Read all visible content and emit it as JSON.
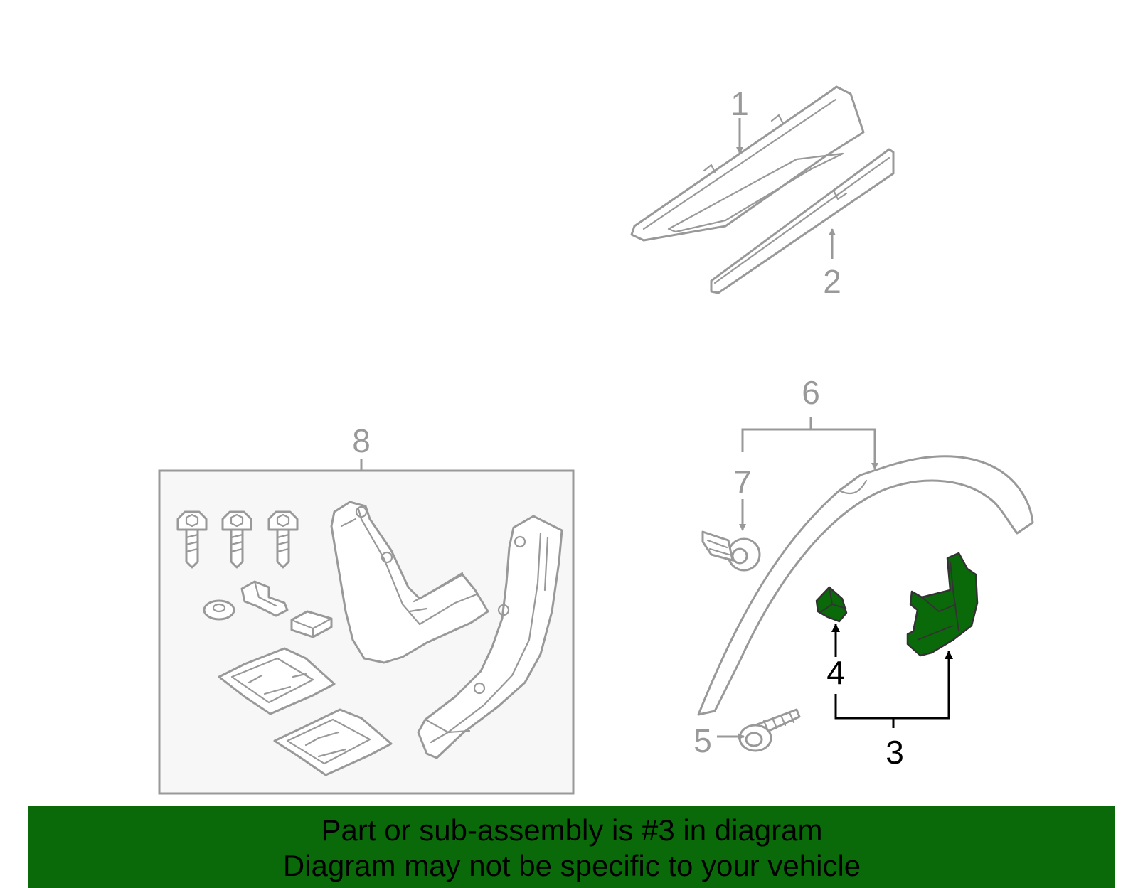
{
  "callouts": {
    "c1": "1",
    "c2": "2",
    "c3": "3",
    "c4": "4",
    "c5": "5",
    "c6": "6",
    "c7": "7",
    "c8": "8"
  },
  "highlighted_part": "3",
  "colors": {
    "highlight_fill": "#0a6a0a",
    "line_gray": "#999999",
    "kit_box_fill": "#f7f7f7",
    "banner_bg": "#0a6a0a",
    "banner_text": "#000000"
  },
  "banner": {
    "line1": "Part or sub-assembly is #3 in diagram",
    "line2": "Diagram may not be specific to your vehicle"
  }
}
